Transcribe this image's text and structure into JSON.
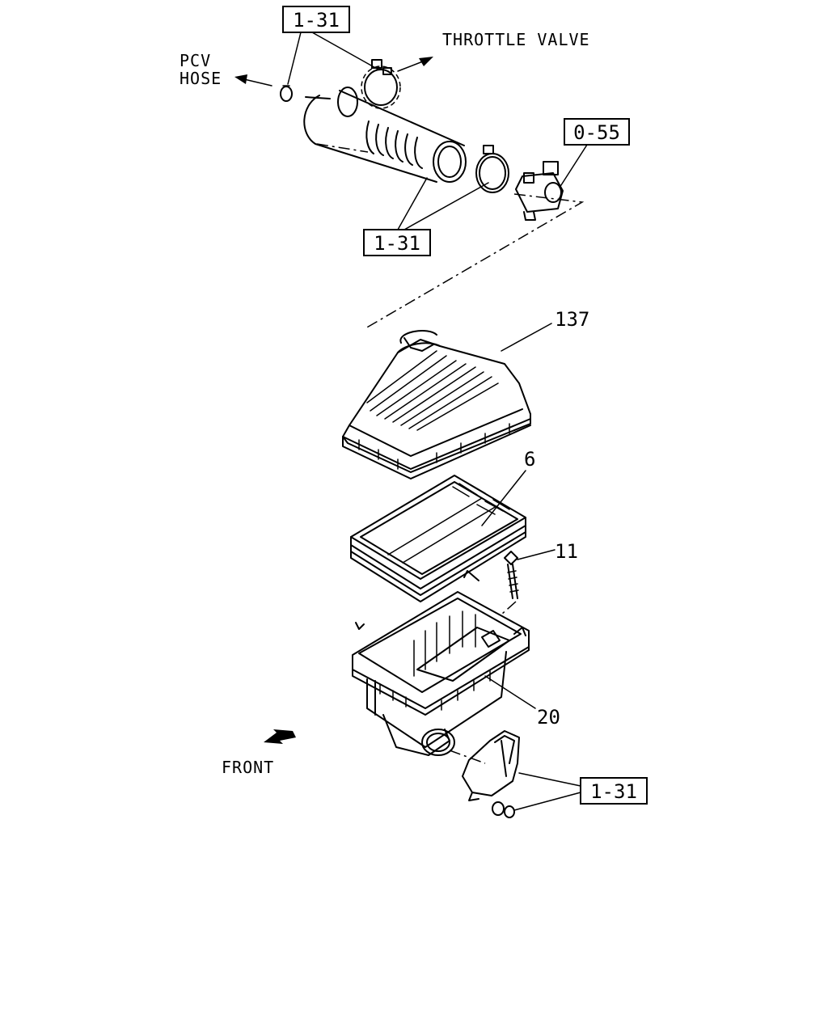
{
  "labels": {
    "throttle_valve": "THROTTLE VALVE",
    "pcv_hose_line1": "PCV",
    "pcv_hose_line2": "HOSE",
    "front": "FRONT"
  },
  "refs": {
    "ref_top": "1-31",
    "ref_hose": "1-31",
    "ref_sensor": "0-55",
    "ref_bottom": "1-31"
  },
  "parts": {
    "cover": "137",
    "element": "6",
    "bolt": "11",
    "case": "20"
  }
}
